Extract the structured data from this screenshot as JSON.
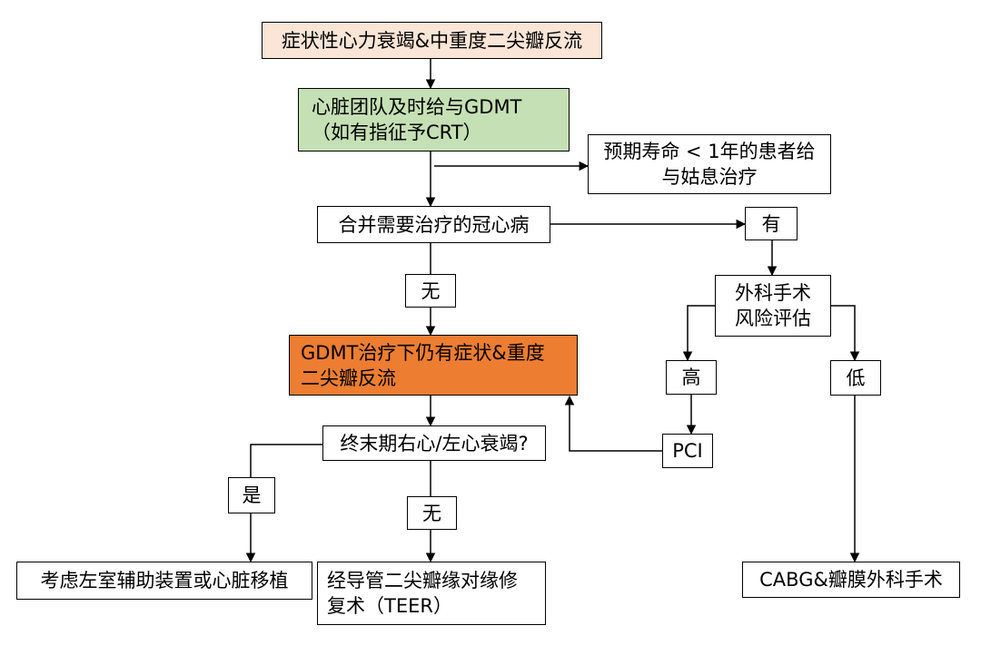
{
  "nodes": {
    "start": "症状性心力衰竭&中重度二尖瓣反流",
    "gdmt_line1": "心脏团队及时给与GDMT",
    "gdmt_line2": "（如有指征予CRT）",
    "palliative_line1": "预期寿命 < 1年的患者给",
    "palliative_line2": "与姑息治疗",
    "cad": "合并需要治疗的冠心病",
    "yes_cad": "有",
    "no_cad": "无",
    "surgical_risk_line1": "外科手术",
    "surgical_risk_line2": "风险评估",
    "high_risk": "高",
    "low_risk": "低",
    "pci": "PCI",
    "still_symptomatic_line1": "GDMT治疗下仍有症状&重度",
    "still_symptomatic_line2": "二尖瓣反流",
    "endstage": "终末期右心/左心衰竭?",
    "yes_endstage": "是",
    "no_endstage": "无",
    "lvad": "考虑左室辅助装置或心脏移植",
    "teer_line1": "经导管二尖瓣缘对缘修",
    "teer_line2": "复术（TEER）",
    "cabg": "CABG&瓣膜外科手术"
  },
  "colors": {
    "start_fill": "#fbe5d6",
    "gdmt_fill": "#c5e0b4",
    "symptomatic_fill": "#ed7d31"
  }
}
